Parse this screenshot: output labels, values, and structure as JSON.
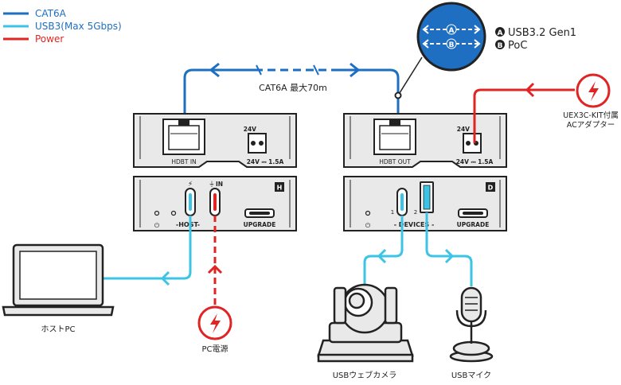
{
  "legend": {
    "items": [
      {
        "label": "CAT6A",
        "color": "#1e6fc1"
      },
      {
        "label": "USB3(Max 5Gbps)",
        "color": "#3cc4e6"
      },
      {
        "label": "Power",
        "color": "#e02424"
      }
    ]
  },
  "callout": {
    "badge_a": "A",
    "badge_b": "B",
    "items": [
      {
        "badge": "A",
        "text": "USB3.2 Gen1"
      },
      {
        "badge": "B",
        "text": "PoC"
      }
    ]
  },
  "link": {
    "label": "CAT6A 最大70m"
  },
  "transmitter": {
    "port_label": "HDBT IN",
    "terminal_label": "24V",
    "power_rating": "24V ⎓ 1.5A",
    "badge": "H",
    "group_label": "-HOST-",
    "in_label": "IN",
    "upgrade_label": "UPGRADE"
  },
  "receiver": {
    "port_label": "HDBT OUT",
    "terminal_label": "24V",
    "power_rating": "24V ⎓ 1.5A",
    "badge": "D",
    "group_label": "- DEVICES -",
    "port1": "1",
    "port2": "2",
    "upgrade_label": "UPGRADE"
  },
  "devices": {
    "host_pc": "ホストPC",
    "pc_power": "PC電源",
    "adapter_line1": "UEX3C-KIT付属",
    "adapter_line2": "ACアダプター",
    "camera": "USBウェブカメラ",
    "mic": "USBマイク"
  },
  "colors": {
    "cat6a": "#1e6fc1",
    "usb3": "#3cc4e6",
    "power": "#e02424",
    "device_face": "#e9e9e9",
    "outline": "#222222"
  }
}
